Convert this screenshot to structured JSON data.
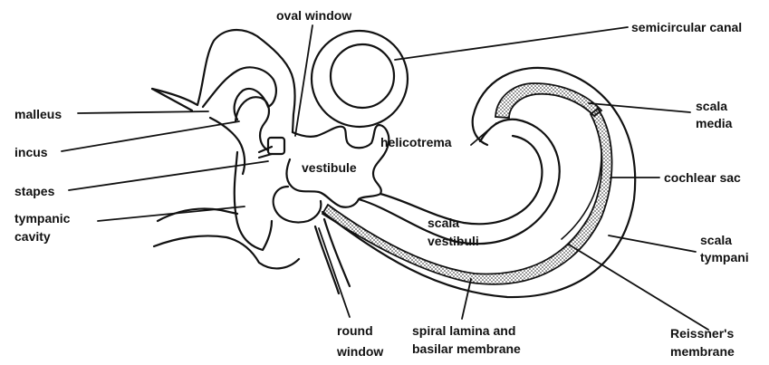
{
  "labels": {
    "oval_window": "oval window",
    "semicircular_canal": "semicircular canal",
    "malleus": "malleus",
    "incus": "incus",
    "stapes": "stapes",
    "tympanic_cavity_line1": "tympanic",
    "tympanic_cavity_line2": "cavity",
    "vestibule": "vestibule",
    "helicotrema": "helicotrema",
    "scala_media_line1": "scala",
    "scala_media_line2": "media",
    "cochlear_sac": "cochlear sac",
    "scala_vestibuli_line1": "scala",
    "scala_vestibuli_line2": "vestibuli",
    "scala_tympani_line1": "scala",
    "scala_tympani_line2": "tympani",
    "round_window_line1": "round",
    "round_window_line2": "window",
    "spiral_lamina_line1": "spiral lamina and",
    "spiral_lamina_line2": "basilar membrane",
    "reissners_line1": "Reissner's",
    "reissners_line2": "membrane"
  }
}
